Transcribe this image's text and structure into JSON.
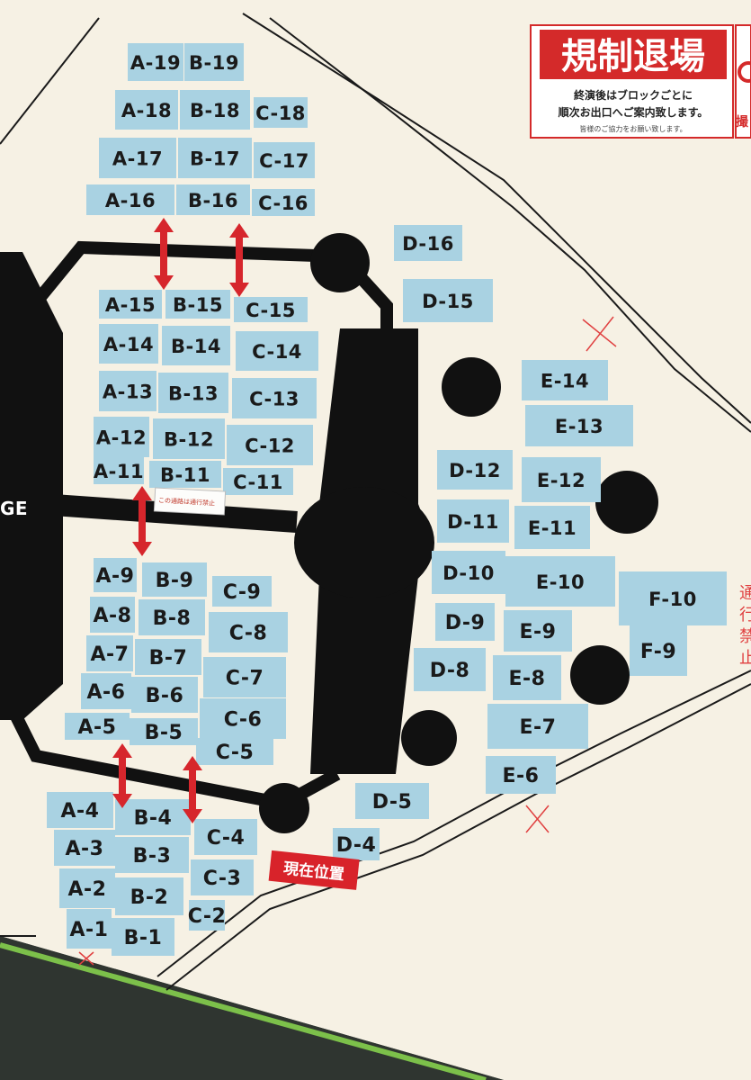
{
  "board": {
    "stage_label": "GE",
    "current_position": "現在位置",
    "handwritten_note": "通行禁止",
    "small_sticker_note": "この通路は通行禁止"
  },
  "notice": {
    "title": "規制退場",
    "line1": "終演後はブロックごとに",
    "line2": "順次お出口へご案内致します。",
    "line3": "皆様のご協力をお願い致します。",
    "side_fragment": "撮"
  },
  "colors": {
    "board_bg": "#f6f1e4",
    "block_fill": "#a9d2e2",
    "walkway": "#111111",
    "arrow": "#d6262c",
    "notice_red": "#d42a2a",
    "sticker_red": "#d8232a"
  },
  "blocks": {
    "A": [
      "A-1",
      "A-2",
      "A-3",
      "A-4",
      "A-5",
      "A-6",
      "A-7",
      "A-8",
      "A-9",
      "A-11",
      "A-12",
      "A-13",
      "A-14",
      "A-15",
      "A-16",
      "A-17",
      "A-18",
      "A-19"
    ],
    "B": [
      "B-1",
      "B-2",
      "B-3",
      "B-4",
      "B-5",
      "B-6",
      "B-7",
      "B-8",
      "B-9",
      "B-11",
      "B-12",
      "B-13",
      "B-14",
      "B-15",
      "B-16",
      "B-17",
      "B-18",
      "B-19"
    ],
    "C": [
      "C-2",
      "C-3",
      "C-4",
      "C-5",
      "C-6",
      "C-7",
      "C-8",
      "C-9",
      "C-11",
      "C-12",
      "C-13",
      "C-14",
      "C-15",
      "C-16",
      "C-17",
      "C-18"
    ],
    "D": [
      "D-4",
      "D-5",
      "D-8",
      "D-9",
      "D-10",
      "D-11",
      "D-12",
      "D-15",
      "D-16"
    ],
    "E": [
      "E-6",
      "E-7",
      "E-8",
      "E-9",
      "E-10",
      "E-11",
      "E-12",
      "E-13",
      "E-14"
    ],
    "F": [
      "F-9",
      "F-10"
    ]
  }
}
